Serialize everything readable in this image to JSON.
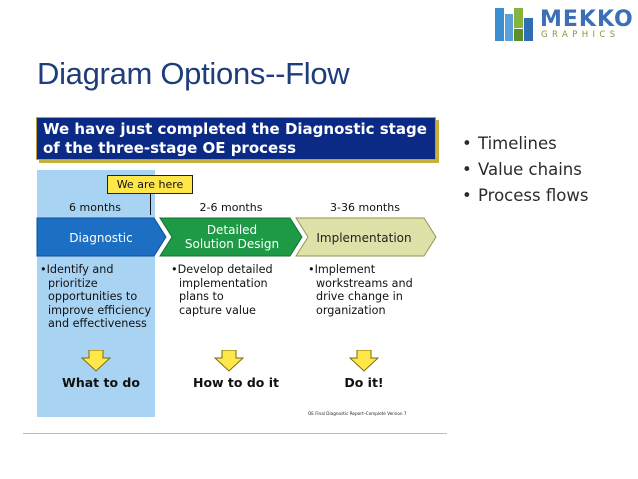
{
  "brand": {
    "name": "MEKKO",
    "sub": "GRAPHICS"
  },
  "slide": {
    "title": "Diagram Options--Flow"
  },
  "bullets": [
    "Timelines",
    "Value chains",
    "Process flows"
  ],
  "diagram": {
    "banner": [
      "We have just completed the Diagnostic stage",
      "of the three-stage OE process"
    ],
    "marker": "We are here",
    "stages": [
      {
        "duration": "6 months",
        "name": [
          "Diagnostic"
        ],
        "bullet": [
          "•Identify and",
          "prioritize",
          "opportunities to",
          "improve efficiency",
          "and effectiveness"
        ],
        "cta": "What to do"
      },
      {
        "duration": "2-6 months",
        "name": [
          "Detailed",
          "Solution Design"
        ],
        "bullet": [
          "•Develop detailed",
          "implementation",
          "plans to",
          "capture value"
        ],
        "cta": "How to do it"
      },
      {
        "duration": "3-36 months",
        "name": [
          "Implementation"
        ],
        "bullet": [
          "•Implement",
          "workstreams and",
          "drive change in",
          "organization"
        ],
        "cta": "Do it!"
      }
    ],
    "footnote": "OE Final Diagnostic Report–Complete Version    7"
  },
  "colors": {
    "navy": "#0b2a86",
    "title": "#1f3d7a",
    "stage1": "#1d6fc4",
    "stage2": "#1e9a46",
    "stage3": "#dfe2a8",
    "yellow": "#ffe74a",
    "lightblue": "#a9d3f3"
  }
}
